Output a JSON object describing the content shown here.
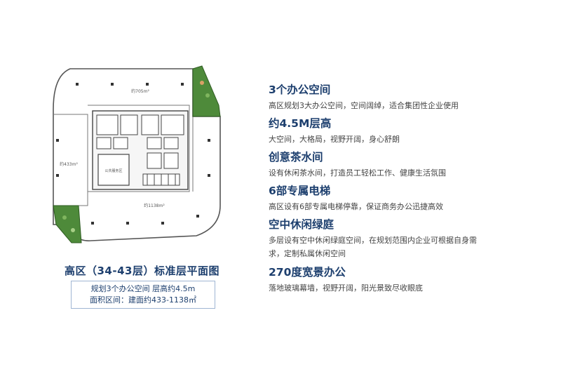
{
  "plan": {
    "title": "高区（34-43层）标准层平面图",
    "spec_line1": "规划3个办公空间 层高约4.5m",
    "spec_line2": "面积区间：建面约433-1138㎡",
    "area_labels": [
      "约705m²",
      "约433m²",
      "约1138m²"
    ],
    "core_label": "公共服务区"
  },
  "features": [
    {
      "title": "3个办公空间",
      "desc": [
        "高区规划3大办公空间，空间阔绰，适合集团性企业使用"
      ]
    },
    {
      "title": "约4.5M层高",
      "desc": [
        "大空间，大格局，视野开阔，身心舒朗"
      ]
    },
    {
      "title": "创意茶水间",
      "desc": [
        "设有休闲茶水间，打造员工轻松工作、健康生活氛围"
      ]
    },
    {
      "title": "6部专属电梯",
      "desc": [
        "高区设有6部专属电梯停靠，保证商务办公迅捷高效"
      ]
    },
    {
      "title": "空中休闲绿庭",
      "desc": [
        "多层设有空中休闲绿庭空间，在规划范围内企业可根据自身需",
        "求，定制私属休闲空间"
      ]
    },
    {
      "title": "270度宽景办公",
      "desc": [
        "落地玻璃幕墙，视野开阔，阳光景致尽收眼底"
      ]
    }
  ],
  "colors": {
    "accent": "#1d3f6e",
    "garden": "#4e8a3a",
    "wall": "#555555"
  }
}
